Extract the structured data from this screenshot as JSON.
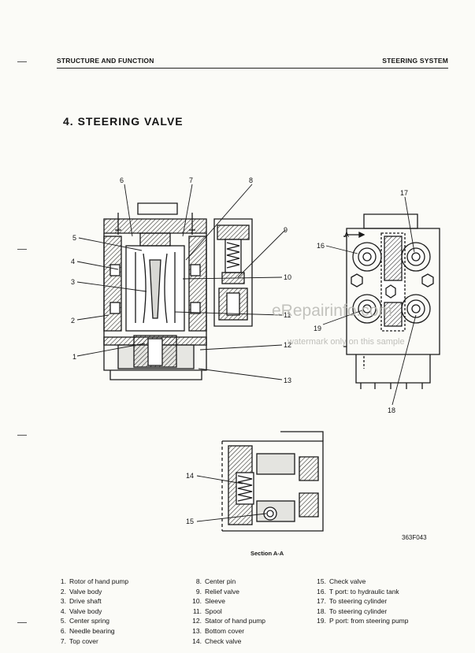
{
  "header": {
    "left": "STRUCTURE AND FUNCTION",
    "right": "STEERING SYSTEM"
  },
  "title": "4. STEERING VALVE",
  "figure": {
    "code": "363F043",
    "section_caption": "Section A-A",
    "section_marker": "A",
    "callouts": [
      "1",
      "2",
      "3",
      "4",
      "5",
      "6",
      "7",
      "8",
      "9",
      "10",
      "11",
      "12",
      "13",
      "14",
      "15",
      "16",
      "17",
      "18",
      "19"
    ]
  },
  "watermark": {
    "main": "eRepairinfo.com",
    "sub": "watermark only on this sample"
  },
  "legend": {
    "col1": [
      {
        "n": "1.",
        "t": "Rotor of hand pump"
      },
      {
        "n": "2.",
        "t": "Valve body"
      },
      {
        "n": "3.",
        "t": "Drive shaft"
      },
      {
        "n": "4.",
        "t": "Valve body"
      },
      {
        "n": "5.",
        "t": "Center spring"
      },
      {
        "n": "6.",
        "t": "Needle bearing"
      },
      {
        "n": "7.",
        "t": "Top cover"
      }
    ],
    "col2": [
      {
        "n": "8.",
        "t": "Center pin"
      },
      {
        "n": "9.",
        "t": "Relief valve"
      },
      {
        "n": "10.",
        "t": "Sleeve"
      },
      {
        "n": "11.",
        "t": "Spool"
      },
      {
        "n": "12.",
        "t": "Stator of hand pump"
      },
      {
        "n": "13.",
        "t": "Bottom cover"
      },
      {
        "n": "14.",
        "t": "Check valve"
      }
    ],
    "col3": [
      {
        "n": "15.",
        "t": "Check valve"
      },
      {
        "n": "16.",
        "t": "T port: to hydraulic tank"
      },
      {
        "n": "17.",
        "t": "To steering cylinder"
      },
      {
        "n": "18.",
        "t": "To steering cylinder"
      },
      {
        "n": "19.",
        "t": "P port: from steering pump"
      }
    ]
  }
}
